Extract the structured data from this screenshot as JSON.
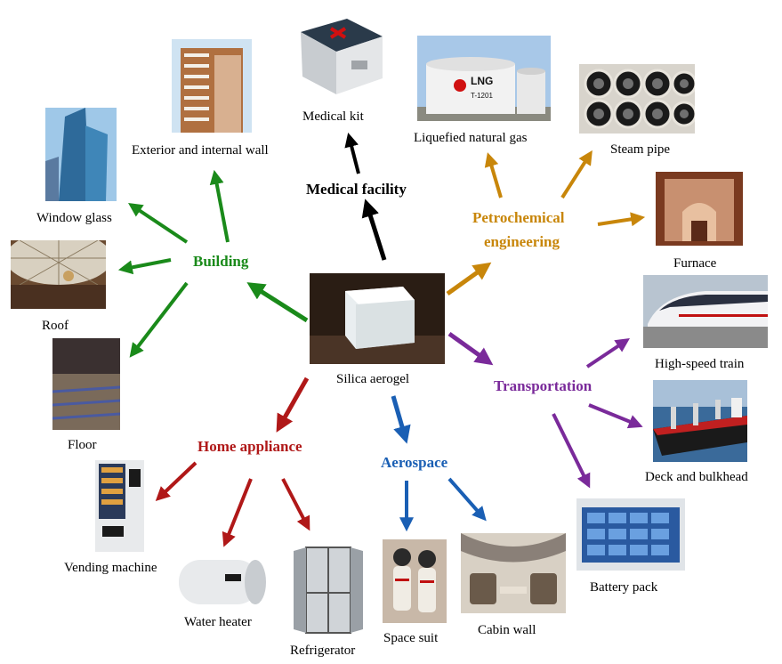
{
  "center": {
    "label": "Silica aerogel"
  },
  "categories": [
    {
      "id": "building",
      "label": "Building",
      "color": "#1a8a1a"
    },
    {
      "id": "medical",
      "label": "Medical facility",
      "color": "#000000"
    },
    {
      "id": "petro",
      "label_line1": "Petrochemical",
      "label_line2": "engineering",
      "color": "#c8860a"
    },
    {
      "id": "transport",
      "label": "Transportation",
      "color": "#7a2a9a"
    },
    {
      "id": "aerospace",
      "label": "Aerospace",
      "color": "#1a5fb4"
    },
    {
      "id": "home",
      "label": "Home appliance",
      "color": "#b01818"
    }
  ],
  "applications": {
    "exterior_wall": "Exterior and internal wall",
    "window_glass": "Window glass",
    "roof": "Roof",
    "floor": "Floor",
    "medical_kit": "Medical kit",
    "lng": "Liquefied natural gas",
    "steam_pipe": "Steam pipe",
    "furnace": "Furnace",
    "train": "High-speed train",
    "deck": "Deck and bulkhead",
    "battery": "Battery pack",
    "space_suit": "Space suit",
    "cabin_wall": "Cabin wall",
    "vending": "Vending machine",
    "water_heater": "Water heater",
    "refrigerator": "Refrigerator"
  },
  "image_text": {
    "lng_tank_brand": "LNG",
    "lng_tank_id": "T-1201"
  }
}
